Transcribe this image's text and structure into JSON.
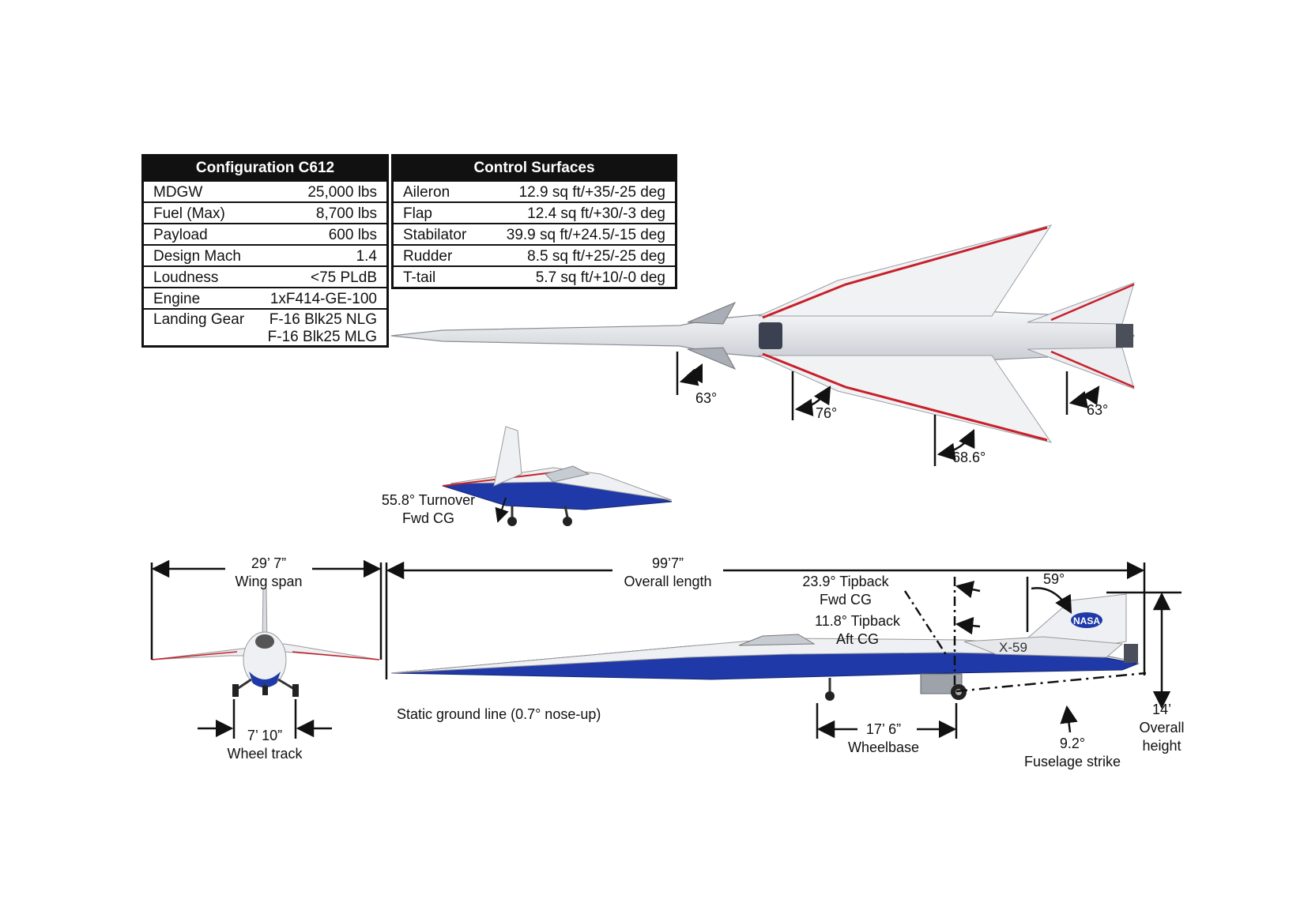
{
  "config_table": {
    "title": "Configuration C612",
    "rows": [
      {
        "label": "MDGW",
        "value": "25,000 lbs"
      },
      {
        "label": "Fuel (Max)",
        "value": "8,700 lbs"
      },
      {
        "label": "Payload",
        "value": "600 lbs"
      },
      {
        "label": "Design Mach",
        "value": "1.4"
      },
      {
        "label": "Loudness",
        "value": "<75 PLdB"
      },
      {
        "label": "Engine",
        "value": "1xF414-GE-100"
      },
      {
        "label": "Landing Gear",
        "value": "F-16 Blk25 NLG",
        "value2": "F-16 Blk25 MLG"
      }
    ]
  },
  "surfaces_table": {
    "title": "Control Surfaces",
    "rows": [
      {
        "label": "Aileron",
        "value": "12.9 sq ft/+35/-25 deg"
      },
      {
        "label": "Flap",
        "value": "12.4 sq ft/+30/-3 deg"
      },
      {
        "label": "Stabilator",
        "value": "39.9 sq ft/+24.5/-15 deg"
      },
      {
        "label": "Rudder",
        "value": "8.5 sq ft/+25/-25 deg"
      },
      {
        "label": "T-tail",
        "value": "5.7 sq ft/+10/-0 deg"
      }
    ]
  },
  "top_view": {
    "angle_canard": "63°",
    "angle_wing_inner": "76°",
    "angle_wing_outer": "68.6°",
    "angle_tail": "63°"
  },
  "iso_view": {
    "turnover_line1": "55.8° Turnover",
    "turnover_line2": "Fwd CG"
  },
  "front_view": {
    "span_value": "29’ 7”",
    "span_label": "Wing span",
    "track_value": "7’ 10”",
    "track_label": "Wheel track"
  },
  "side_view": {
    "length_value": "99’7”",
    "length_label": "Overall length",
    "tipback_fwd_line1": "23.9° Tipback",
    "tipback_fwd_line2": "Fwd CG",
    "tipback_aft_line1": "11.8° Tipback",
    "tipback_aft_line2": "Aft CG",
    "tail_angle": "59°",
    "ground_line": "Static ground line (0.7° nose-up)",
    "wheelbase_value": "17’ 6”",
    "wheelbase_label": "Wheelbase",
    "strike_value": "9.2°",
    "strike_label": "Fuselage strike",
    "height_value": "14’",
    "height_label1": "Overall",
    "height_label2": "height",
    "tail_number": "X-59",
    "nasa_logo": "NASA"
  },
  "colors": {
    "stripe_red": "#c8202a",
    "belly_blue": "#1f3aa8",
    "body_white": "#eef0f3",
    "dim_line": "#111111"
  }
}
